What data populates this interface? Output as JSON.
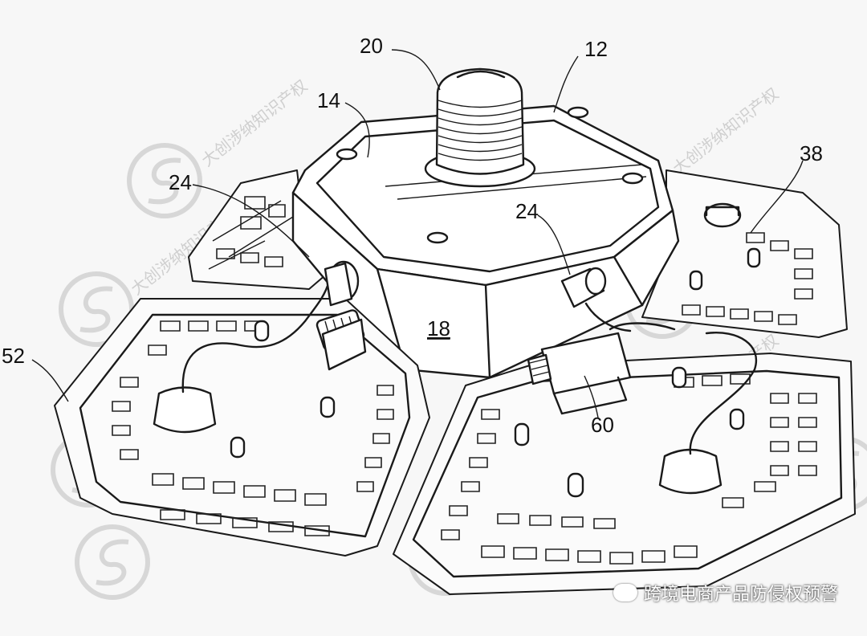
{
  "figure": {
    "labels": {
      "ref_20": "20",
      "ref_12": "12",
      "ref_14": "14",
      "ref_24_left": "24",
      "ref_24_right": "24",
      "ref_38": "38",
      "ref_18": "18",
      "ref_52": "52",
      "ref_60": "60"
    }
  },
  "watermark": {
    "text": "大创涉纳知识产权",
    "color": "#cccccc"
  },
  "caption": {
    "text": "跨境电商产品防侵权预警",
    "icon": "wechat-icon"
  }
}
